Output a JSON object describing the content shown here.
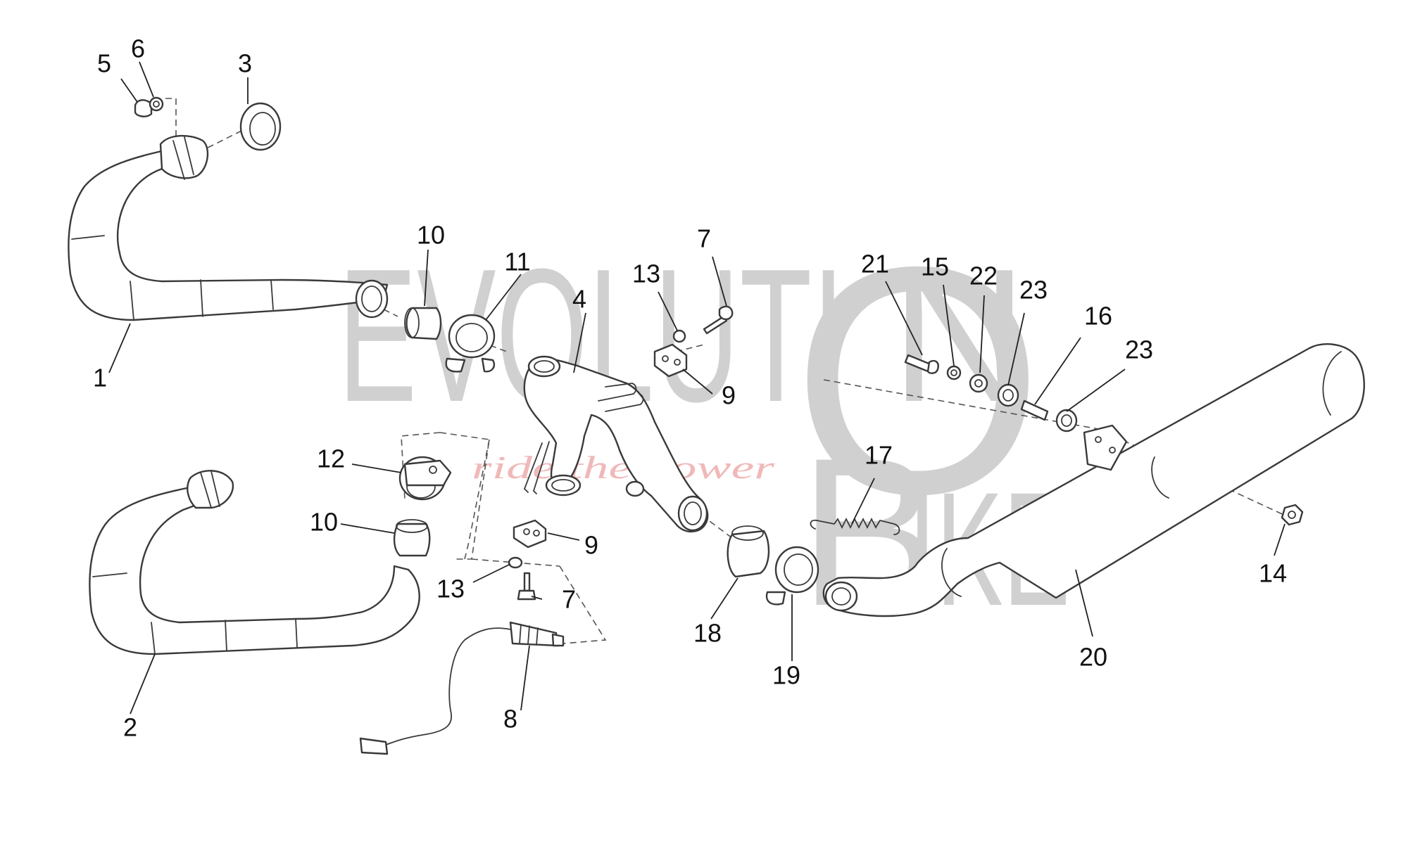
{
  "diagram": {
    "kind": "exploded parts diagram",
    "background": "#ffffff",
    "line_color": "#3a3a3a"
  },
  "watermark": {
    "word_1": "EVOLUTI",
    "word_1_letter": "O",
    "word_1_end": "N",
    "word_2_letter": "B",
    "word_2_end": "IKE",
    "tagline": "ride the power",
    "colors": {
      "text": "#d0d0d0",
      "tagline": "#f0b9b9"
    }
  },
  "callouts": {
    "c1": "1",
    "c2": "2",
    "c3": "3",
    "c4": "4",
    "c5": "5",
    "c6": "6",
    "c7a": "7",
    "c7b": "7",
    "c8": "8",
    "c9a": "9",
    "c9b": "9",
    "c10a": "10",
    "c10b": "10",
    "c11": "11",
    "c12": "12",
    "c13a": "13",
    "c13b": "13",
    "c14": "14",
    "c15": "15",
    "c16": "16",
    "c17": "17",
    "c18": "18",
    "c19": "19",
    "c20": "20",
    "c21": "21",
    "c22": "22",
    "c23a": "23",
    "c23b": "23"
  }
}
